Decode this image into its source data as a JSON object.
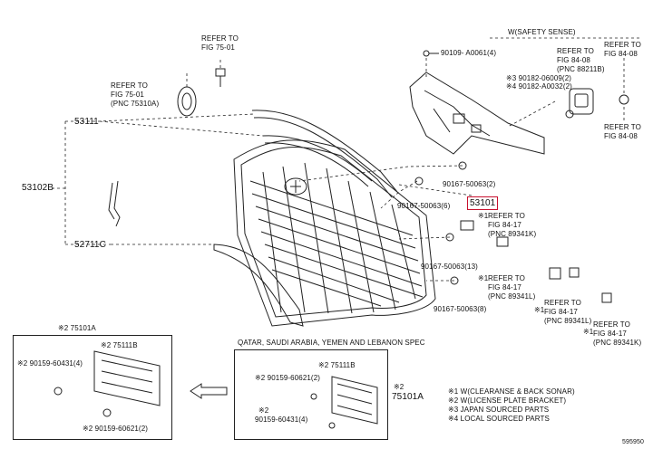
{
  "refs": {
    "fig7501_top": [
      "REFER TO",
      "FIG 75-01"
    ],
    "fig7501_left": [
      "REFER TO",
      "FIG 75-01",
      "(PNC 75310A)"
    ],
    "fig8408_a": [
      "REFER TO",
      "FIG 84-08",
      "(PNC 88211B)"
    ],
    "fig8408_b": [
      "REFER TO",
      "FIG 84-08"
    ],
    "fig8408_c": [
      "REFER TO",
      "FIG 84-08"
    ],
    "fig8417_a": [
      "REFER TO",
      "FIG 84-17",
      "(PNC 89341K)"
    ],
    "fig8417_b": [
      "REFER TO",
      "FIG 84-17",
      "(PNC 89341L)"
    ],
    "fig8417_c": [
      "REFER TO",
      "FIG 84-17",
      "(PNC 89341L)"
    ],
    "fig8417_d": [
      "REFER TO",
      "FIG 84-17",
      "(PNC 89341K)"
    ]
  },
  "safety_sense": "W(SAFETY SENSE)",
  "parts": {
    "p90109": "90109- A0061(4)",
    "p90182a": "※3 90182-06009(2)",
    "p90182b": "※4 90182-A0032(2)",
    "p90167_2": "90167-50063(2)",
    "p53101": "53101",
    "p53111": "53111",
    "p53102b": "53102B",
    "p90167_6": "90167-50063(6)",
    "p52711c": "52711C",
    "p90167_13": "90167-50063(13)",
    "p90167_8": "90167-50063(8)",
    "mark1_a": "※1",
    "mark1_b": "※1",
    "mark1_c": "※1",
    "mark1_d": "※1"
  },
  "inset_left": {
    "title": "※2 75101A",
    "plate": "※2 75111B",
    "bolt1": "※2 90159-60431(4)",
    "bolt2": "※2 90159-60621(2)"
  },
  "inset_right": {
    "heading": "QATAR, SAUDI ARABIA, YEMEN AND LEBANON SPEC",
    "plate": "※2 75111B",
    "bolt1": "※2 90159-60621(2)",
    "bolt2a": "※2",
    "bolt2b": "90159-60431(4)",
    "assy": "※2",
    "assy2": "75101A"
  },
  "legend": [
    "※1 W(CLEARANSE & BACK SONAR)",
    "※2 W(LICENSE PLATE BRACKET)",
    "※3 JAPAN SOURCED PARTS",
    "※4 LOCAL SOURCED PARTS"
  ],
  "footer_code": "595950"
}
